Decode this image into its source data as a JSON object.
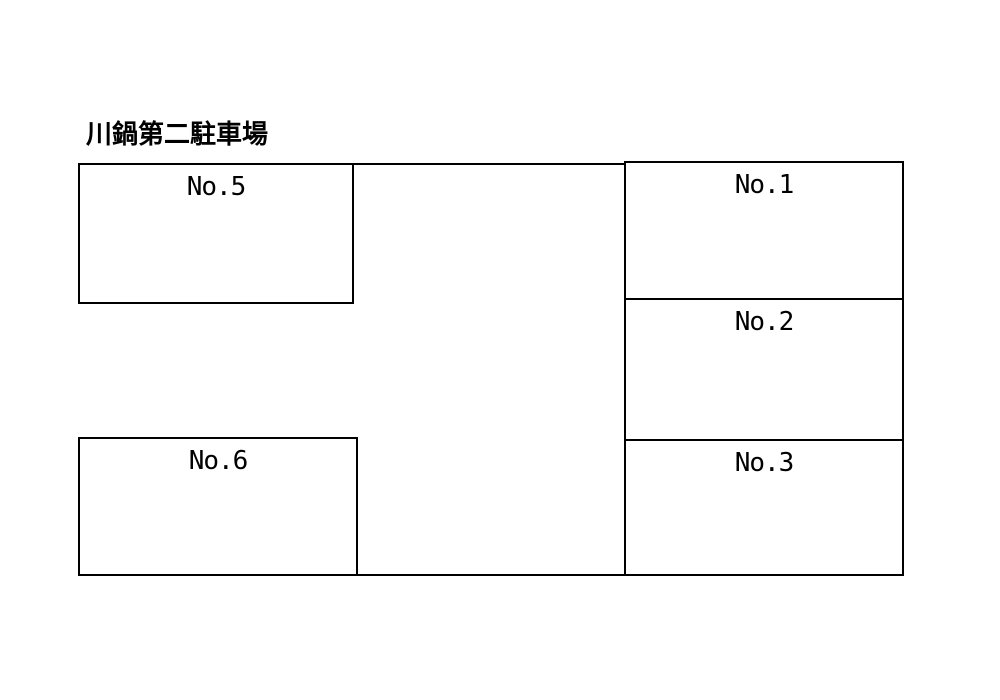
{
  "colors": {
    "background": "#ffffff",
    "line": "#000000",
    "text": "#000000"
  },
  "parking_lot": {
    "name": "川鍋第二駐車場",
    "left_column_stalls": [
      {
        "label": "No.5"
      },
      {
        "label": "No.6"
      }
    ],
    "right_column_stalls": [
      {
        "label": "No.1"
      },
      {
        "label": "No.2"
      },
      {
        "label": "No.3"
      }
    ]
  }
}
